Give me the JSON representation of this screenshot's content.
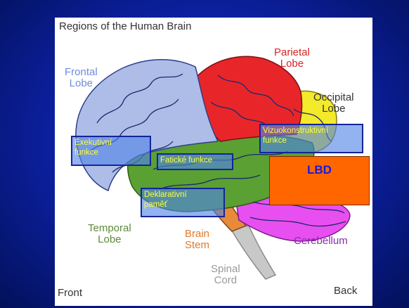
{
  "diagram": {
    "title": "Regions of the Human Brain",
    "regions": {
      "frontal": "Frontal\nLobe",
      "parietal": "Parietal\nLobe",
      "occipital": "Occipital\nLobe",
      "temporal": "Temporal\nLobe",
      "brain_stem": "Brain\nStem",
      "spinal_cord": "Spinal\nCord",
      "cerebellum": "Cerebellum"
    },
    "orientation": {
      "front": "Front",
      "back": "Back"
    },
    "colors": {
      "frontal": "#aebde8",
      "parietal": "#e8262a",
      "occipital": "#f2ea2a",
      "temporal": "#5aa033",
      "cerebellum": "#e84ff0",
      "brain_stem": "#e88a3a",
      "spinal_cord": "#c8c8c8"
    }
  },
  "overlays": {
    "exekutivni": "Exekutivní\nfunkce",
    "faticke": "Fatické funkce",
    "deklarativni": "Deklarativní\npaměť",
    "vizuokonstruktivni": "Vizuokonstruktivní\nfunkce",
    "lbd": "LBD"
  }
}
